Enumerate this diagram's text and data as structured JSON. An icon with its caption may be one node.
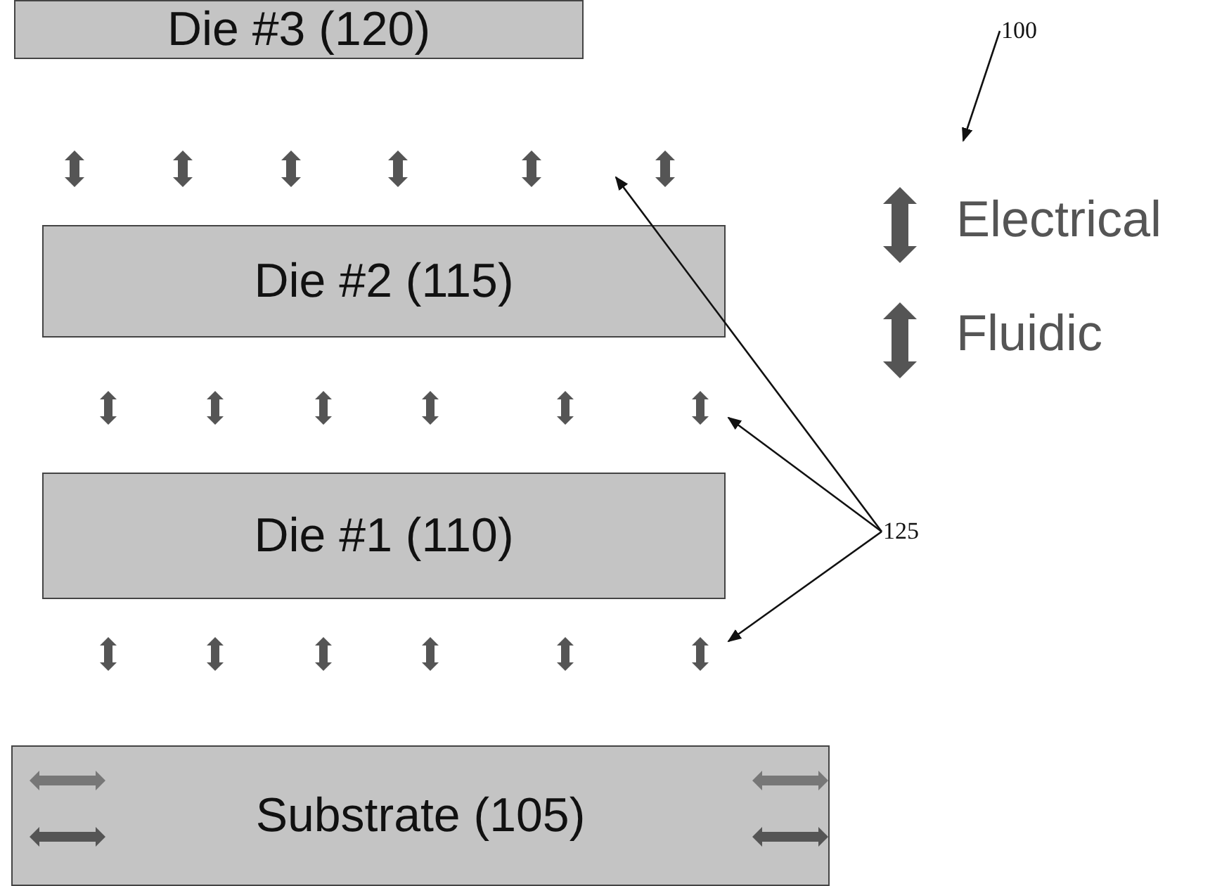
{
  "diagram": {
    "nodes": [
      {
        "text": [
          "Die #3 (120)"
        ]
      },
      {
        "text": [
          "100"
        ]
      },
      {
        "text": [
          "Die #2 (115)"
        ]
      },
      {
        "text": [
          "Die #1 (110)"
        ]
      },
      {
        "text": [
          "125"
        ]
      },
      {
        "text": [
          "Substrate (105)"
        ]
      }
    ],
    "edges": [
      {
        "from": 1,
        "to": null,
        "arrow": "to"
      },
      {
        "from": 4,
        "to": null,
        "arrow": "to"
      },
      {
        "from": 4,
        "to": null,
        "arrow": "to"
      },
      {
        "from": 4,
        "to": null,
        "arrow": "to"
      }
    ],
    "legend": [
      {
        "text": "Electrical"
      },
      {
        "text": "Fluidic"
      }
    ]
  }
}
